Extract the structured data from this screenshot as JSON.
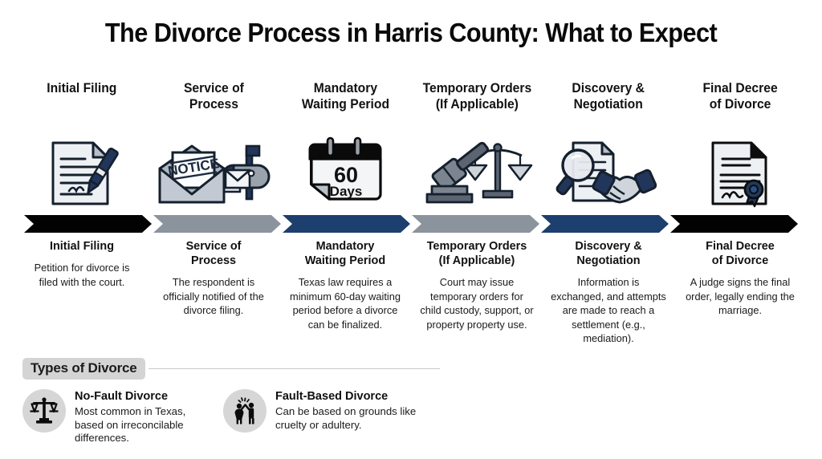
{
  "title": "The Divorce Process in Harris County: What to Expect",
  "colors": {
    "chevron_black": "#020202",
    "chevron_gray": "#8b939d",
    "chevron_navy": "#1d3f6e",
    "navy_accent": "#1f3a5f",
    "paper": "#eef1f4",
    "slate": "#5b6470",
    "pill_gray": "#d4d4d4"
  },
  "steps": [
    {
      "header": "Initial Filing",
      "icon": "document-pen-icon",
      "chevron_color": "#020202",
      "title": "Initial Filing",
      "body": "Petition for divorce is filed with the court."
    },
    {
      "header": "Service of\nProcess",
      "icon": "envelope-mailbox-icon",
      "chevron_color": "#8b939d",
      "title": "Service of\nProcess",
      "body": "The respondent is officially notified of the divorce filing."
    },
    {
      "header": "Mandatory\nWaiting Period",
      "icon": "calendar-60-days-icon",
      "chevron_color": "#1d3f6e",
      "title": "Mandatory\nWaiting Period",
      "body": "Texas law requires a minimum 60-day waiting period before a divorce can be finalized."
    },
    {
      "header": "Temporary Orders\n(If Applicable)",
      "icon": "gavel-scales-icon",
      "chevron_color": "#8b939d",
      "title": "Temporary Orders\n(If Applicable)",
      "body": "Court may issue temporary orders for child custody, support, or property property use."
    },
    {
      "header": "Discovery &\nNegotiation",
      "icon": "magnifier-handshake-icon",
      "chevron_color": "#1d3f6e",
      "title": "Discovery &\nNegotiation",
      "body": "Information is exchanged, and attempts are made to reach a settlement (e.g., mediation)."
    },
    {
      "header": "Final Decree\nof Divorce",
      "icon": "certificate-seal-icon",
      "chevron_color": "#020202",
      "title": "Final Decree\nof Divorce",
      "body": "A judge signs the final order, legally ending the marriage."
    }
  ],
  "calendar": {
    "number": "60",
    "unit": "Days"
  },
  "envelope_stamp": "NOTICE",
  "types_section": {
    "heading": "Types of Divorce",
    "items": [
      {
        "icon": "scales-of-justice-icon",
        "name": "No-Fault Divorce",
        "desc": "Most common in Texas, based on irreconcilable differences."
      },
      {
        "icon": "arguing-couple-icon",
        "name": "Fault-Based Divorce",
        "desc": "Can be based on grounds like cruelty or adultery."
      }
    ]
  }
}
